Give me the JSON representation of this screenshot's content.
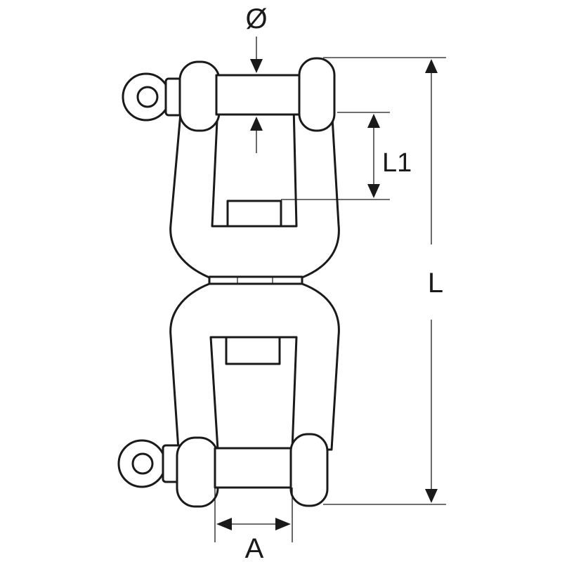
{
  "labels": {
    "diameter": "Ø",
    "inner_length": "L1",
    "total_length": "L",
    "jaw_width": "A"
  },
  "colors": {
    "stroke": "#1a1a1a",
    "background": "#ffffff"
  }
}
